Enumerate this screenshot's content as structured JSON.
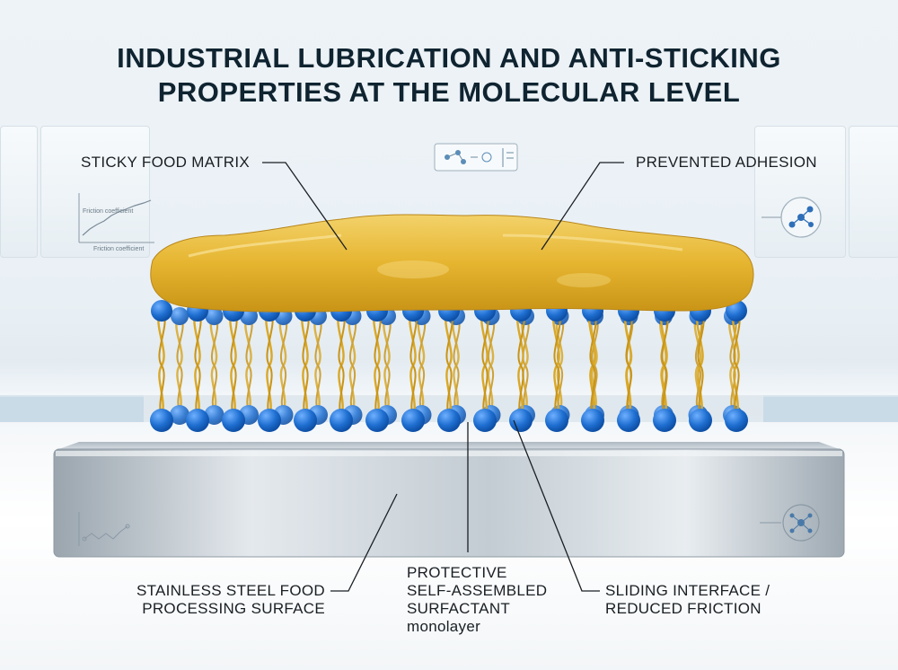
{
  "title": {
    "line1": "INDUSTRIAL LUBRICATION AND ANTI-STICKING",
    "line2": "PROPERTIES AT THE MOLECULAR LEVEL"
  },
  "labels": {
    "sticky_food": "STICKY FOOD MATRIX",
    "prevented_adhesion": "PREVENTED ADHESION",
    "steel_line1": "STAINLESS STEEL FOOD",
    "steel_line2": "PROCESSING SURFACE",
    "monolayer_line1": "PROTECTIVE",
    "monolayer_line2": "SELF-ASSEMBLED",
    "monolayer_line3": "SURFACTANT",
    "monolayer_line4": "monolayer",
    "sliding_line1": "SLIDING INTERFACE /",
    "sliding_line2": "REDUCED FRICTION"
  },
  "background_chart": {
    "label_top": "Friction coefficient",
    "label_bottom": "Friction coefficient"
  },
  "colors": {
    "food": "#e8b632",
    "head": "#1f6fd1",
    "tail": "#d9a828",
    "steel": "#b8c2ca",
    "text": "#0f2430"
  },
  "icons": [
    "molecule-network-icon",
    "molecule-hub-icon",
    "molecule-icon",
    "chemical-structure-icon"
  ]
}
